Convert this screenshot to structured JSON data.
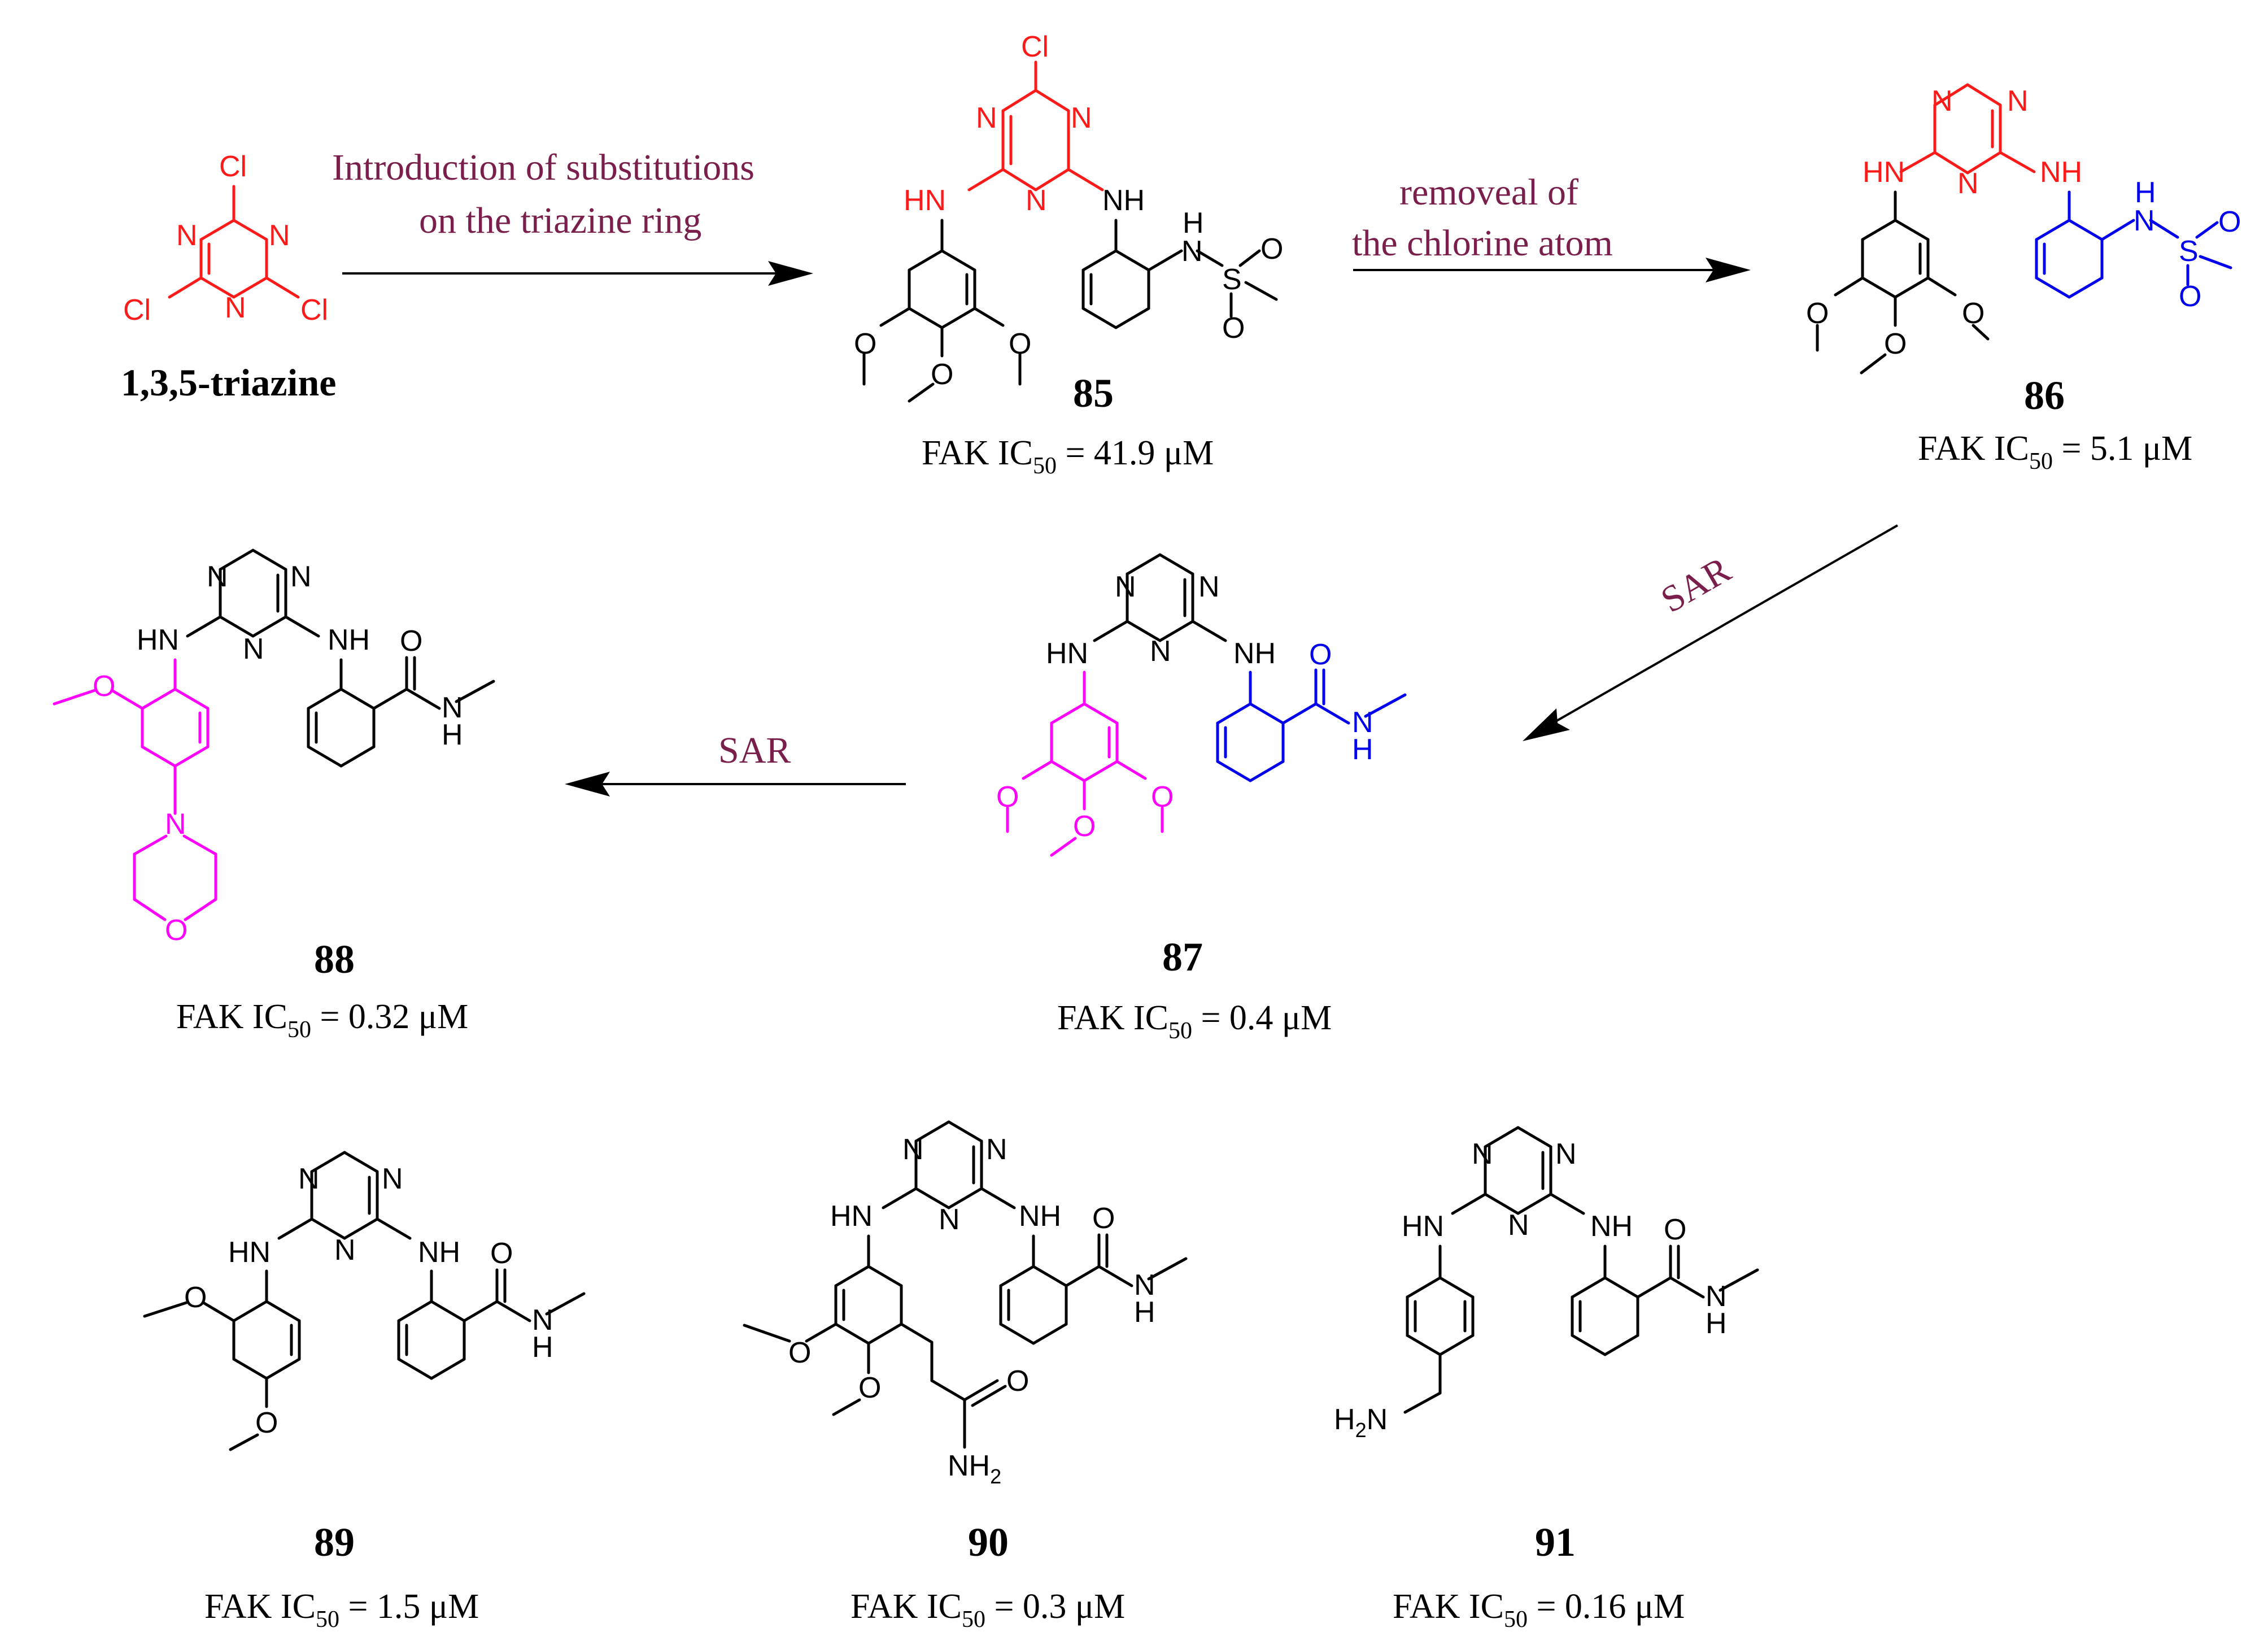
{
  "compounds": [
    {
      "id": "triazine",
      "name": "1,3,5-triazine"
    },
    {
      "id": "c85",
      "number": "85",
      "activity_prefix": "FAK IC",
      "activity_sub": "50",
      "activity_value": " = 41.9 μM"
    },
    {
      "id": "c86",
      "number": "86",
      "activity_prefix": "FAK IC",
      "activity_sub": "50",
      "activity_value": " = 5.1 μM"
    },
    {
      "id": "c87",
      "number": "87",
      "activity_prefix": "FAK IC",
      "activity_sub": "50",
      "activity_value": " = 0.4 μM"
    },
    {
      "id": "c88",
      "number": "88",
      "activity_prefix": "FAK IC",
      "activity_sub": "50",
      "activity_value": " = 0.32 μM"
    },
    {
      "id": "c89",
      "number": "89",
      "activity_prefix": "FAK IC",
      "activity_sub": "50",
      "activity_value": " = 1.5 μM"
    },
    {
      "id": "c90",
      "number": "90",
      "activity_prefix": "FAK IC",
      "activity_sub": "50",
      "activity_value": " = 0.3 μM"
    },
    {
      "id": "c91",
      "number": "91",
      "activity_prefix": "FAK IC",
      "activity_sub": "50",
      "activity_value": " = 0.16 μM"
    }
  ],
  "steps": [
    {
      "id": "step1",
      "lines": [
        "Introduction of substitutions",
        "on the triazine ring"
      ]
    },
    {
      "id": "step2",
      "lines": [
        "removeal of",
        "the chlorine atom"
      ]
    },
    {
      "id": "step3",
      "lines": [
        "SAR"
      ]
    },
    {
      "id": "step4",
      "lines": [
        "SAR"
      ]
    }
  ],
  "atoms": {
    "cl": "Cl",
    "n": "N",
    "hn": "HN",
    "nh": "NH",
    "o": "O",
    "s": "S",
    "h": "H",
    "h2n": "H2N",
    "nh2": "NH2"
  },
  "colors": {
    "red": "#ff1a1a",
    "blue": "#0000ee",
    "magenta": "#ff00ff",
    "label": "#7a1e4c"
  }
}
